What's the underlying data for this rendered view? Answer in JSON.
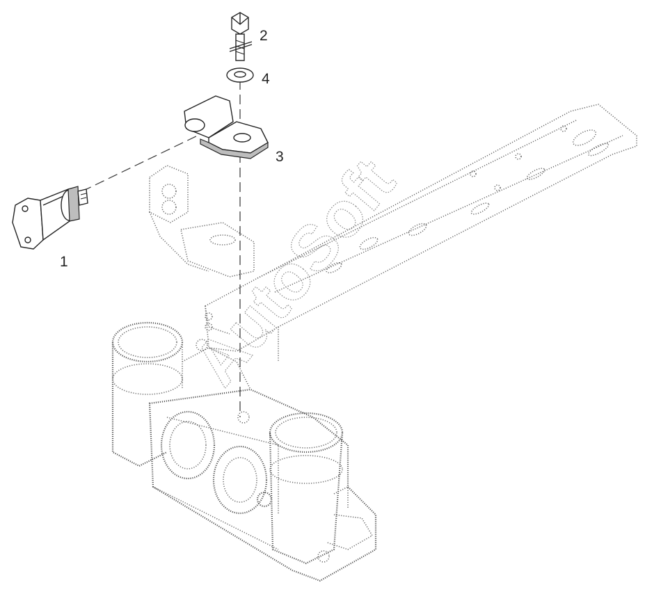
{
  "diagram": {
    "watermark": "AutoSoft",
    "callouts": [
      {
        "id": "part-1",
        "label": "1"
      },
      {
        "id": "part-2",
        "label": "2"
      },
      {
        "id": "part-3",
        "label": "3"
      },
      {
        "id": "part-4",
        "label": "4"
      }
    ]
  },
  "colors": {
    "line": "#222222",
    "dotted": "#6a6a6a",
    "background": "#ffffff"
  },
  "icons": [
    "sensor-icon",
    "bolt-icon",
    "washer-icon",
    "clamp-icon",
    "bracket-icon",
    "manifold-icon"
  ]
}
